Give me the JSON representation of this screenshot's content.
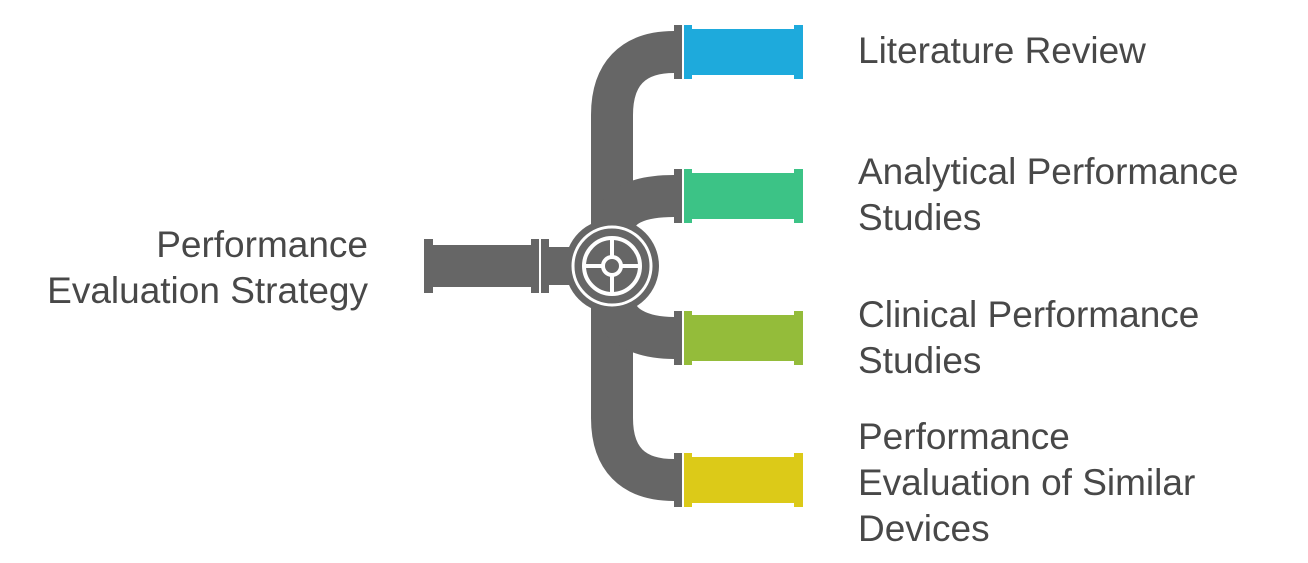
{
  "source": {
    "label": "Performance\nEvaluation Strategy"
  },
  "branches": [
    {
      "label": "Literature Review",
      "color": "#1eaadc"
    },
    {
      "label": "Analytical Performance\nStudies",
      "color": "#3cc386"
    },
    {
      "label": "Clinical Performance\nStudies",
      "color": "#94bc3a"
    },
    {
      "label": "Performance\nEvaluation of Similar\nDevices",
      "color": "#dcca18"
    }
  ],
  "colors": {
    "pipe": "#666666",
    "text": "#484848",
    "background": "#ffffff"
  },
  "icons": {
    "valve": "valve-wheel-icon"
  }
}
